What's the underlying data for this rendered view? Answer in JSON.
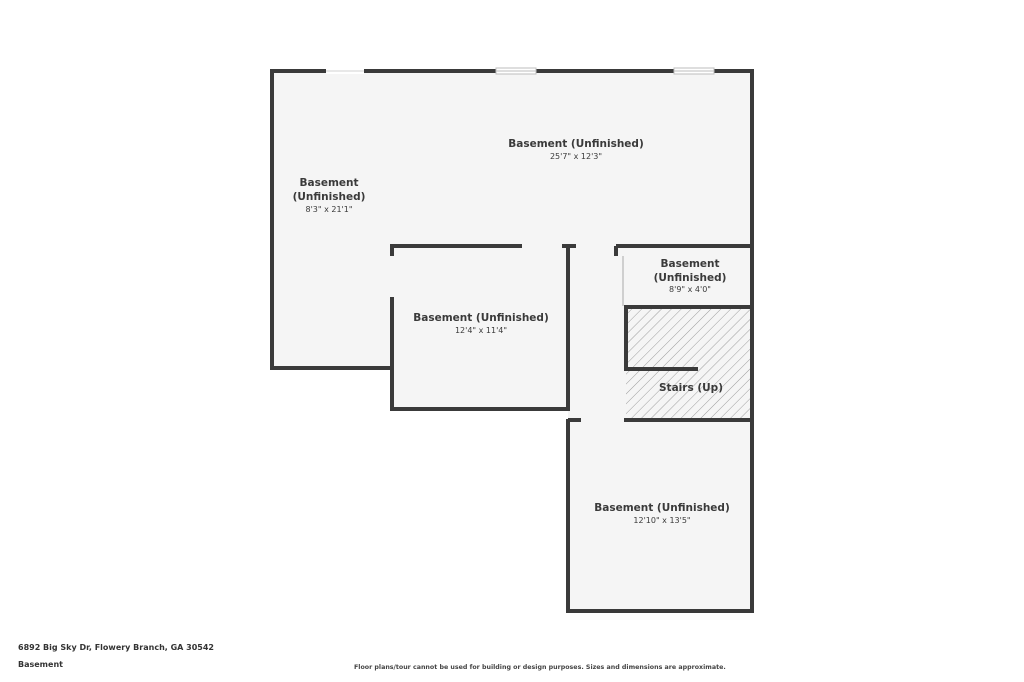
{
  "colors": {
    "floor": "#f5f5f5",
    "wall": "#3a3a3a",
    "window": "#ffffff",
    "window_frame": "#bdbdbd",
    "stair_hatch": "#9e9e9e",
    "text": "#3a3a3a"
  },
  "rooms": {
    "main_top": {
      "name": "Basement (Unfinished)",
      "dims": "25'7\" x 12'3\""
    },
    "left": {
      "name_line1": "Basement",
      "name_line2": "(Unfinished)",
      "dims": "8'3\" x 21'1\""
    },
    "middle": {
      "name": "Basement (Unfinished)",
      "dims": "12'4\" x 11'4\""
    },
    "small_right": {
      "name_line1": "Basement",
      "name_line2": "(Unfinished)",
      "dims": "8'9\" x 4'0\""
    },
    "stairs": {
      "name": "Stairs (Up)"
    },
    "bottom": {
      "name": "Basement (Unfinished)",
      "dims": "12'10\" x 13'5\""
    }
  },
  "footer": {
    "address": "6892 Big Sky Dr, Flowery Branch, GA 30542",
    "level": "Basement",
    "disclaimer": "Floor plans/tour cannot be used for building or design purposes. Sizes and dimensions are approximate."
  }
}
